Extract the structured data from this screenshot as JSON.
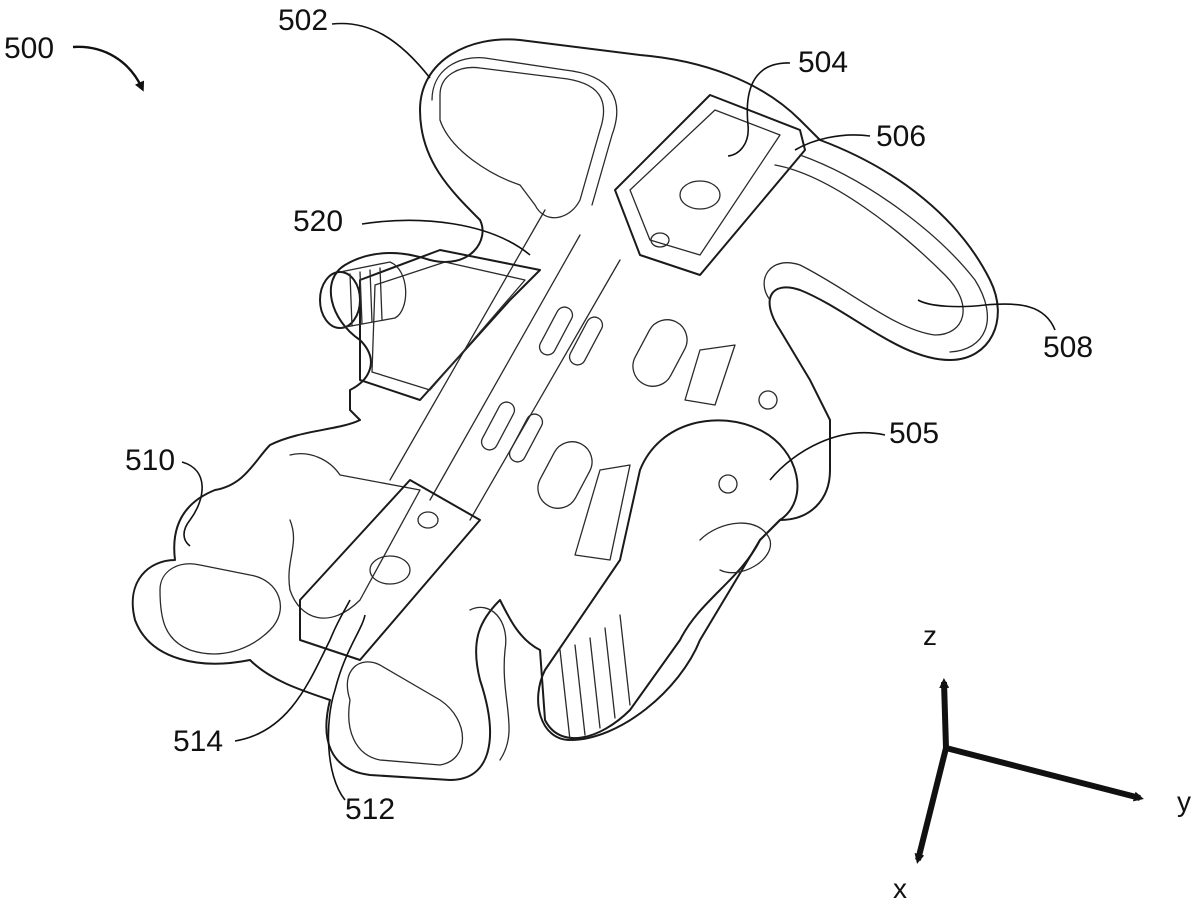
{
  "figure": {
    "description": "Patent-style isometric line drawing of a molded frame with handles, a latch, and a threaded knob",
    "reference_numerals": {
      "assembly": "500",
      "upper_left_handle": "502",
      "upper_pocket": "504",
      "upper_pocket_edge": "506",
      "right_handle": "508",
      "latch": "505",
      "left_handle": "510",
      "lower_handle": "512",
      "lower_pocket": "514",
      "knob_block": "520"
    }
  },
  "axes_triad": {
    "z_label": "z",
    "y_label": "y",
    "x_label": "x"
  }
}
